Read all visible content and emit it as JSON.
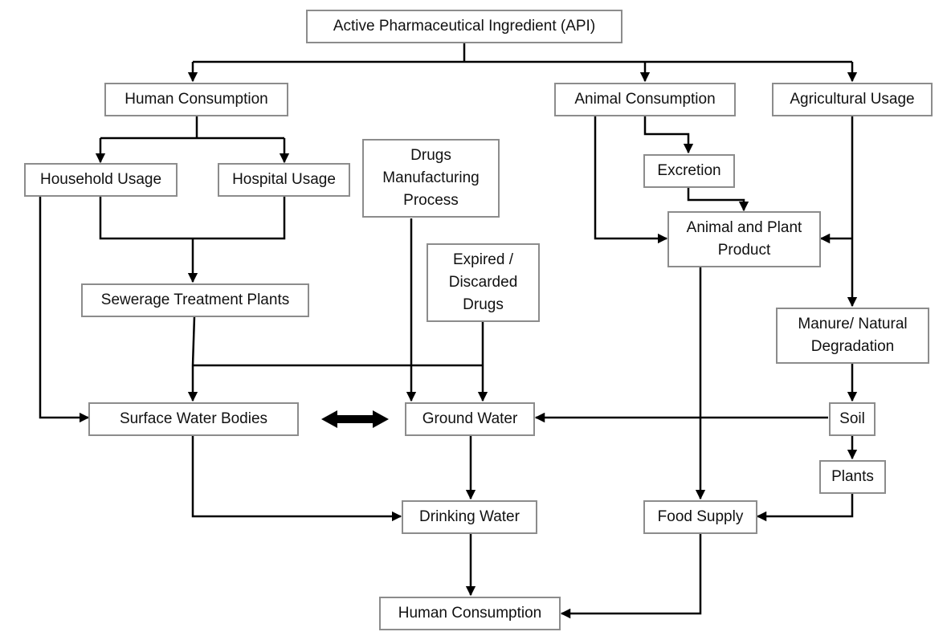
{
  "diagram": {
    "nodes": {
      "api": "Active Pharmaceutical Ingredient (API)",
      "human_consumption_top": "Human Consumption",
      "animal_consumption": "Animal Consumption",
      "agricultural_usage": "Agricultural Usage",
      "household_usage": "Household Usage",
      "hospital_usage": "Hospital Usage",
      "drugs_manufacturing": "Drugs Manufacturing Process",
      "excretion": "Excretion",
      "animal_plant_product": "Animal and Plant Product",
      "expired_drugs": "Expired / Discarded Drugs",
      "sewerage": "Sewerage Treatment Plants",
      "manure": "Manure/ Natural Degradation",
      "surface_water": "Surface Water Bodies",
      "ground_water": "Ground Water",
      "soil": "Soil",
      "plants": "Plants",
      "drinking_water": "Drinking Water",
      "food_supply": "Food Supply",
      "human_consumption_bottom": "Human Consumption"
    },
    "colors": {
      "box_border": "#8c8c8c",
      "arrow": "#000000",
      "text": "#111111"
    }
  }
}
